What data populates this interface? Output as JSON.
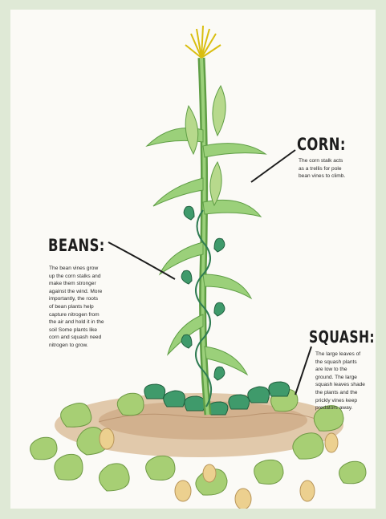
{
  "sections": {
    "corn": {
      "title": "CORN:",
      "description": "The corn stalk acts\nas a trellis for pole\nbean vines to climb."
    },
    "beans": {
      "title": "BEANS:",
      "description": "The bean vines grow\nup the corn stalks and\nmake them stronger\nagainst the wind. More\nimportantly, the roots\nof bean plants help\ncapture nitrogen from\nthe air and hold it in the\nsoil Some plants like\ncorn and squash need\nnitrogen to grow."
    },
    "squash": {
      "title": "SQUASH:",
      "description": "The large leaves of\nthe squash plants\nare low to the\nground. The large\nsquash leaves shade\nthe plants and the\nprickly vines keep\npredators away."
    }
  },
  "colors": {
    "background": "#dfe9d6",
    "paper": "#fbfaf6",
    "corn_green": "#7fbf5e",
    "bean_green": "#3f9a6b",
    "squash_green": "#9cc86b",
    "soil": "#c9a27c",
    "tassel_yellow": "#e8d020",
    "squash_fruit": "#e6c27a"
  }
}
